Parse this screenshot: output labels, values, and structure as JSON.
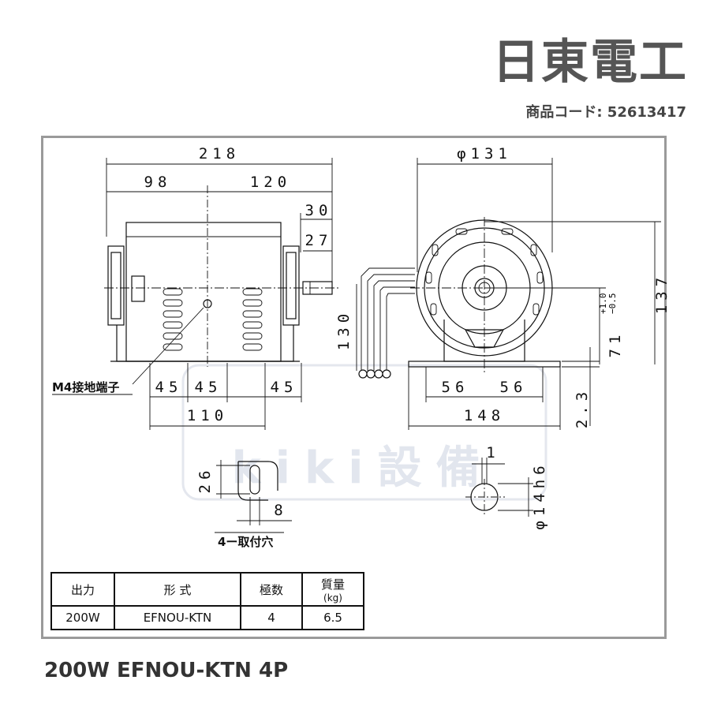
{
  "header": {
    "brand": "日東電工",
    "product_code": "商品コード: 52613417"
  },
  "watermark": {
    "text": "kiki設備"
  },
  "drawing": {
    "dims": {
      "total_length": "218",
      "left_part": "98",
      "right_part": "120",
      "shaft_30": "30",
      "shaft_27": "27",
      "height_130": "130",
      "p45_a": "45",
      "p45_b": "45",
      "p45_c": "45",
      "span_110": "110",
      "diameter": "φ131",
      "height_137": "137",
      "center_height": "71",
      "tol_plus": "+1.0",
      "tol_minus": "−0.5",
      "w56_a": "56",
      "w56_b": "56",
      "base_148": "148",
      "base_thk": "2.3",
      "slot_26": "26",
      "slot_8": "8",
      "key_1": "1",
      "shaft_dia": "φ14h6"
    },
    "labels": {
      "ground_terminal": "M4接地端子",
      "mounting_holes": "4ー取付穴"
    }
  },
  "spec_table": {
    "headers": [
      "出力",
      "形 式",
      "極数",
      "質量",
      "(kg)"
    ],
    "row": [
      "200W",
      "EFNOU-KTN",
      "4",
      "6.5"
    ]
  },
  "footer": {
    "title": "200W EFNOU-KTN 4P"
  },
  "colors": {
    "brand_gray": "#555555",
    "frame_gray": "#9a9a9a",
    "watermark": "#e4e7ee"
  }
}
